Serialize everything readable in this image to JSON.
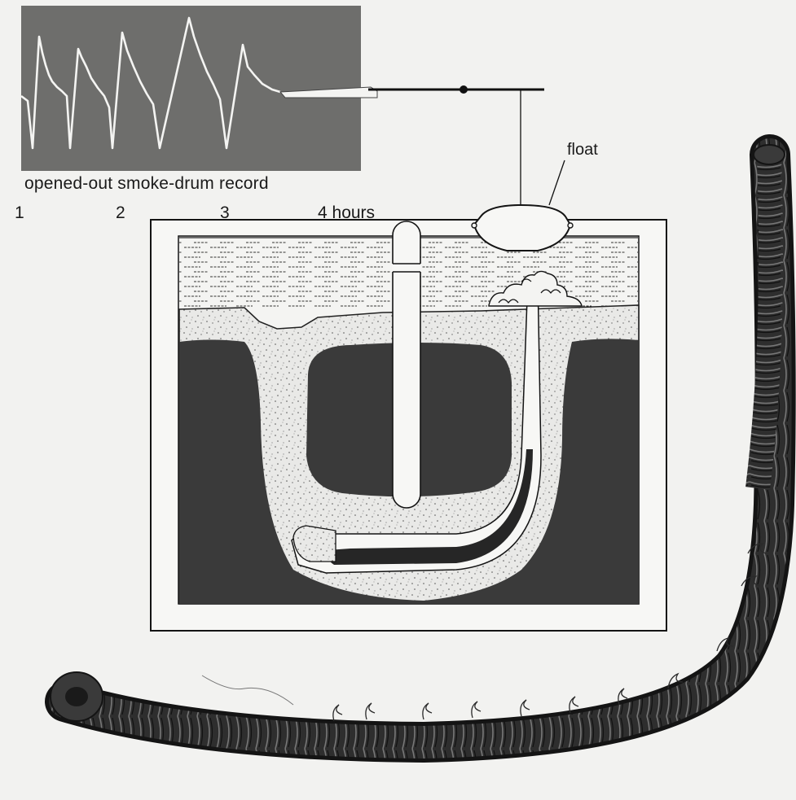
{
  "labels": {
    "record_caption": "opened-out smoke-drum record",
    "hour_1": "1",
    "hour_2": "2",
    "hour_3": "3",
    "hour_4": "4 hours",
    "float": "float"
  },
  "colors": {
    "background": "#f2f2f0",
    "record_panel": "#6e6e6c",
    "trace": "#f4f4f2",
    "water_line": "#3a3a3a",
    "sand": "#e9e9e7",
    "mud": "#3c3c3c",
    "worm": "#262626",
    "outline": "#141414"
  }
}
